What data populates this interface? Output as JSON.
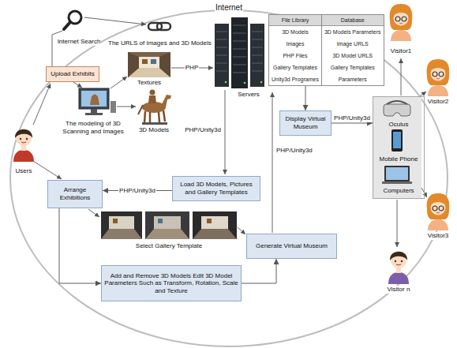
{
  "diagram": {
    "nodes": [
      {
        "text": [
          "File Library",
          "3D Models",
          "Images",
          "PHP Files",
          "Gallery Templates",
          "Unity3d Programes"
        ]
      },
      {
        "text": [
          "Database",
          "3D Models Parameters",
          "Image URLS",
          "3D Model URLS",
          "Gallery Templates",
          "Parameters"
        ]
      },
      {
        "text": [
          "Upload Exhibits"
        ]
      },
      {
        "text": [
          "Display Virtual Museum"
        ]
      },
      {
        "text": [
          "Oculus",
          "Mobile Phone",
          "Computers"
        ]
      },
      {
        "text": [
          "Load 3D Models, Pictures and Gallery Templates"
        ]
      },
      {
        "text": [
          "Arrange Exhibitions"
        ]
      },
      {
        "text": [
          "Generate Virtual Museum"
        ]
      },
      {
        "text": [
          "Add and Remove 3D Models Edit 3D Model Parameters Such as Transform, Rotation, Scale and Texture"
        ]
      }
    ],
    "edges": [
      {
        "from": 0,
        "to": 3,
        "arrow": "to"
      },
      {
        "from": 3,
        "to": 4,
        "label": "PHP/Unity3d",
        "arrow": "to"
      },
      {
        "from": 5,
        "to": 6,
        "label": "PHP/Unity3d",
        "arrow": "to"
      },
      {
        "from": 6,
        "to": 8,
        "arrow": "to"
      },
      {
        "from": 8,
        "to": 7,
        "arrow": "to"
      }
    ],
    "labels": [
      "Internet",
      "Internet Search",
      "The URLS of Images and 3D Models",
      "PHP",
      "Servers",
      "Textures",
      "Users",
      "The modeling of 3D Scanning and Images",
      "3D Models",
      "PHP/Unity3d",
      "PHP/Unity3d",
      "Select Gallery Template",
      "Visitor1",
      "Visitor2",
      "Visitor3",
      "Visitor n"
    ]
  }
}
